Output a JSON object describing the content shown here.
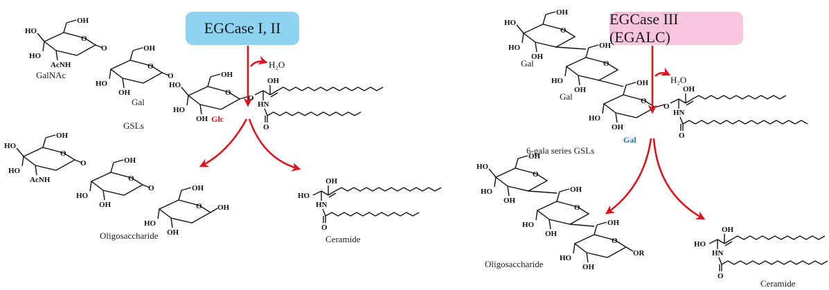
{
  "left_panel": {
    "enzyme": "EGCase I, II",
    "water": "H₂O",
    "substrate_label": "GSLs",
    "cleaved_sugar": "Glc",
    "sugars": [
      "GalNAc",
      "Gal"
    ],
    "product_oligo": "Oligosaccharide",
    "product_ceramide": "Ceramide"
  },
  "right_panel": {
    "enzyme": "EGCase III (EGALC)",
    "water": "H₂O",
    "substrate_label": "6-gala series GSLs",
    "cleaved_sugar": "Gal",
    "sugars": [
      "Gal",
      "Gal"
    ],
    "product_oligo": "Oligosaccharide",
    "product_ceramide": "Ceramide"
  },
  "atoms": {
    "ho": "HO",
    "oh": "OH",
    "acnh": "AcNH",
    "hn": "HN",
    "o": "O",
    "or": "OR"
  },
  "colors": {
    "arrow": "#d8141c",
    "enzyme_box_1": "#8fd2f2",
    "enzyme_box_2": "#f9c4de",
    "glc_label": "#d8141c",
    "gal_label": "#1f6fc0"
  }
}
